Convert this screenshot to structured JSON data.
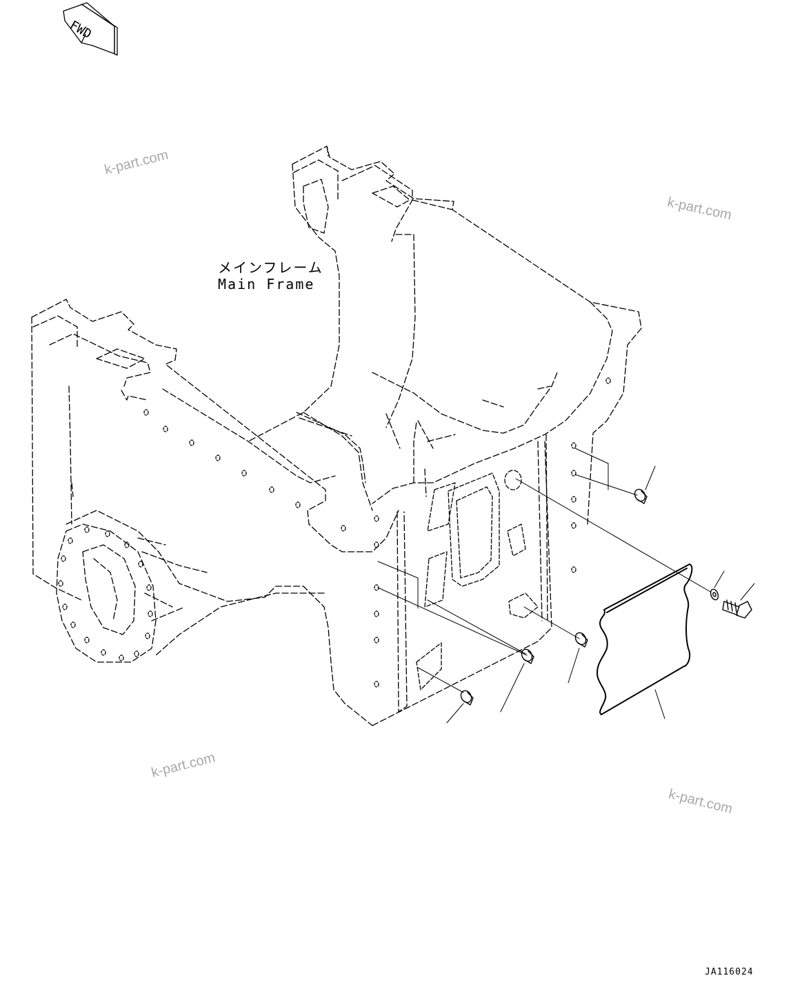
{
  "fwd_label": "FWD",
  "frame_label": {
    "jp": "メインフレーム",
    "en": "Main Frame"
  },
  "watermarks": [
    "k-part.com",
    "k-part.com",
    "k-part.com",
    "k-part.com"
  ],
  "drawing_code": "JA116024"
}
